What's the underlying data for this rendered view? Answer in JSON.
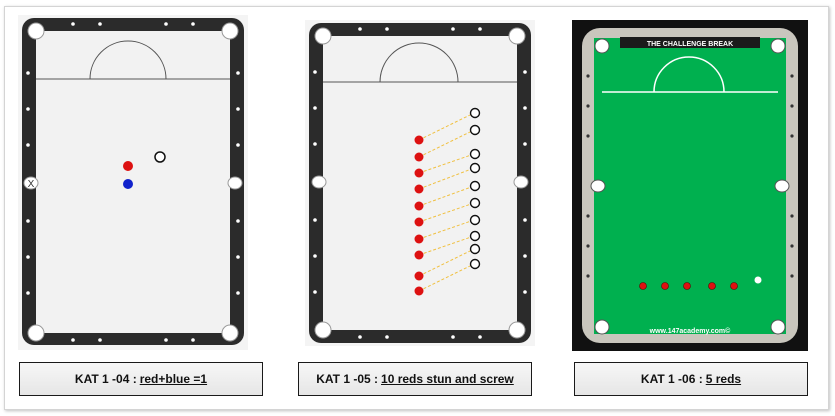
{
  "panels": [
    {
      "id": "kat-1-04",
      "caption_prefix": "KAT 1 -04 :",
      "caption_link": "red+blue =1",
      "pocket_mark": "X"
    },
    {
      "id": "kat-1-05",
      "caption_prefix": "KAT 1 -05 :",
      "caption_link": "10 reds stun and screw"
    },
    {
      "id": "kat-1-06",
      "caption_prefix": "KAT 1 -06 :",
      "caption_link": "5 reds",
      "table_header": "THE CHALLENGE BREAK",
      "table_footer": "www.147academy.com©"
    }
  ],
  "colors": {
    "cushion": "#2b2b2b",
    "cloth_plain": "#f2f2f2",
    "cloth_green": "#00b04f",
    "red_ball": "#dd1111",
    "blue_ball": "#1122cc",
    "path_line": "#f0c040"
  },
  "icons": [
    "table-diagram-icon",
    "ball-icon"
  ]
}
